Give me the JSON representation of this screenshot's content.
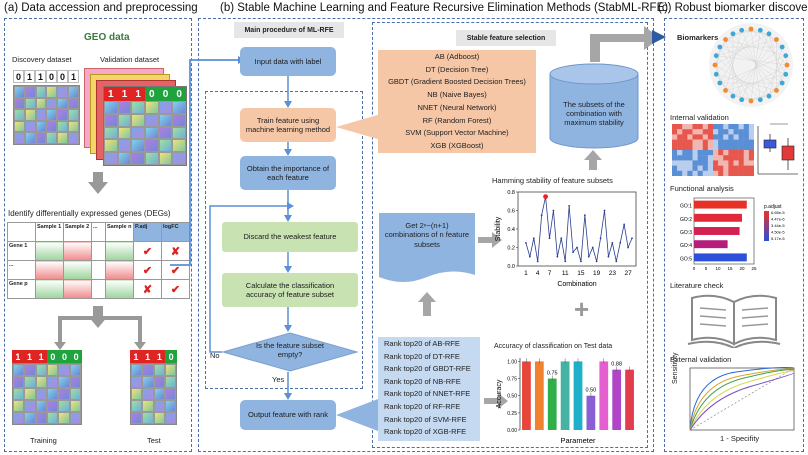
{
  "panels": {
    "a_title": "(a) Data accession and preprocessing",
    "b_title": "(b) Stable Machine Learning and Feature Recursive Elimination Methods (StabML-RFE)",
    "c_title": "(c) Robust biomarker discovery"
  },
  "panel_a": {
    "geo_logo": "GEO data",
    "discovery_label": "Discovery dataset",
    "validation_label": "Validation dataset",
    "discovery_bits": [
      "0",
      "1",
      "1",
      "0",
      "0",
      "1"
    ],
    "validation_bits": [
      "1",
      "1",
      "1",
      "0",
      "0",
      "0"
    ],
    "deg_title": "Identify differentially expressed genes (DEGs)",
    "deg_headers": [
      "",
      "Sample 1",
      "Sample 2",
      "...",
      "Sample n",
      "P.adj",
      "logFC"
    ],
    "deg_rows": [
      "Gene 1",
      "...",
      "Gene p"
    ],
    "training_bits": [
      "1",
      "1",
      "1",
      "0",
      "0",
      "0"
    ],
    "test_bits": [
      "1",
      "1",
      "1",
      "0"
    ],
    "training_label": "Training",
    "test_label": "Test"
  },
  "panel_b": {
    "main_procedure_label": "Main procedure of ML-RFE",
    "stable_selection_label": "Stable feature selection",
    "input_data": "Input data with label",
    "train_feature": "Train feature using machine learning method",
    "obtain_importance": "Obtain the importance of each feature",
    "discard_weakest": "Discard the weakest feature",
    "calc_accuracy": "Calculate the classification accuracy of feature subset",
    "is_empty": "Is the feature subset empty?",
    "no_label": "No",
    "yes_label": "Yes",
    "output_feature": "Output feature with rank",
    "algorithms": [
      "AB (Adboost)",
      "DT (Decision Tree)",
      "GBDT (Gradient Boosted Decision Trees)",
      "NB (Naive Bayes)",
      "NNET (Neural Network)",
      "RF (Random Forest)",
      "SVM (Support Vector Machine)",
      "XGB (XGBoost)"
    ],
    "subsets_cylinder": "The subsets of the combination with maximum stability",
    "combinations_box": "Get 2ⁿ−(n+1) combinations of n feature subsets",
    "rank_list": [
      "Rank top20 of AB-RFE",
      "Rank top20 of DT-RFE",
      "Rank top20 of GBDT-RFE",
      "Rank top20 of NB-RFE",
      "Rank top20 of NNET-RFE",
      "Rank top20 of RF-RFE",
      "Rank top20 of SVM-RFE",
      "Rank top20 of XGB-RFE"
    ],
    "plus_sign": "+"
  },
  "panel_c": {
    "biomarkers_label": "Biomarkers",
    "internal_validation": "Internal validation",
    "functional_analysis": "Functional analysis",
    "literature_check": "Literature check",
    "external_validation": "External validation",
    "go_terms": [
      "GO:1",
      "GO:2",
      "GO:3",
      "GO:4",
      "GO:5"
    ],
    "padj_legend_title": "p.adjust",
    "padj_legend": [
      "6.65e-5",
      "4.47e-6",
      "3.44e-5",
      "4.50e-5",
      "5.17e-5"
    ],
    "go_x_ticks": [
      "0",
      "5",
      "10",
      "15",
      "20",
      "25"
    ],
    "roc_ylabel": "Sensitivity",
    "roc_xlabel": "1 - Specifity"
  },
  "chart_data": [
    {
      "type": "line",
      "title": "Hamming stability of feature subsets",
      "xlabel": "Combination",
      "ylabel": "Stability",
      "x_ticks": [
        "1",
        "4",
        "7",
        "11",
        "15",
        "19",
        "23",
        "27"
      ],
      "y_ticks": [
        "0.0",
        "0.2",
        "0.4",
        "0.6",
        "0.8"
      ],
      "ylim": [
        0,
        0.8
      ],
      "xlim": [
        0,
        28
      ],
      "series": [
        {
          "x": [
            1,
            2,
            3,
            4,
            5,
            6,
            7,
            8,
            9,
            10,
            11,
            12,
            13,
            14,
            15,
            16,
            17,
            18,
            19,
            20,
            21,
            22,
            23,
            24,
            25,
            26,
            27,
            28
          ],
          "values": [
            0.25,
            0.1,
            0.3,
            0.05,
            0.55,
            0.75,
            0.3,
            0.6,
            0.1,
            0.3,
            0.05,
            0.65,
            0.15,
            0.2,
            0.05,
            0.55,
            0.1,
            0.2,
            0.05,
            0.3,
            0.6,
            0.1,
            0.25,
            0.05,
            0.25,
            0.45,
            0.2,
            0.3
          ]
        }
      ],
      "highlight_x": 6,
      "grid": false
    },
    {
      "type": "bar",
      "title": "Accuracy of classification on Test data",
      "xlabel": "Parameter",
      "ylabel": "Accuracy",
      "categories": [
        "1",
        "2",
        "3",
        "4",
        "5",
        "6",
        "7",
        "8",
        "9"
      ],
      "values": [
        1.0,
        1.0,
        0.75,
        1.0,
        1.0,
        0.5,
        1.0,
        0.88,
        0.88
      ],
      "data_labels": [
        "",
        "",
        "0.75",
        "",
        "",
        "0.50",
        "",
        "0.88",
        ""
      ],
      "y_ticks": [
        "0.00",
        "0.25",
        "0.50",
        "0.75",
        "1.00"
      ],
      "ylim": [
        0,
        1.05
      ],
      "colors": [
        "#e8463b",
        "#f0812f",
        "#2fae4a",
        "#46b3a2",
        "#1fb0c9",
        "#8b5fd4",
        "#e65fd0",
        "#b045c7",
        "#e23c4d"
      ]
    },
    {
      "type": "bar",
      "title": "",
      "categories": [
        "GO:1",
        "GO:2",
        "GO:3",
        "GO:4",
        "GO:5"
      ],
      "values": [
        22,
        20,
        19,
        14,
        22
      ],
      "xlim": [
        0,
        25
      ],
      "colors": [
        "#e83126",
        "#e02a3a",
        "#d42153",
        "#b41d7b",
        "#2b4fd9"
      ]
    }
  ]
}
